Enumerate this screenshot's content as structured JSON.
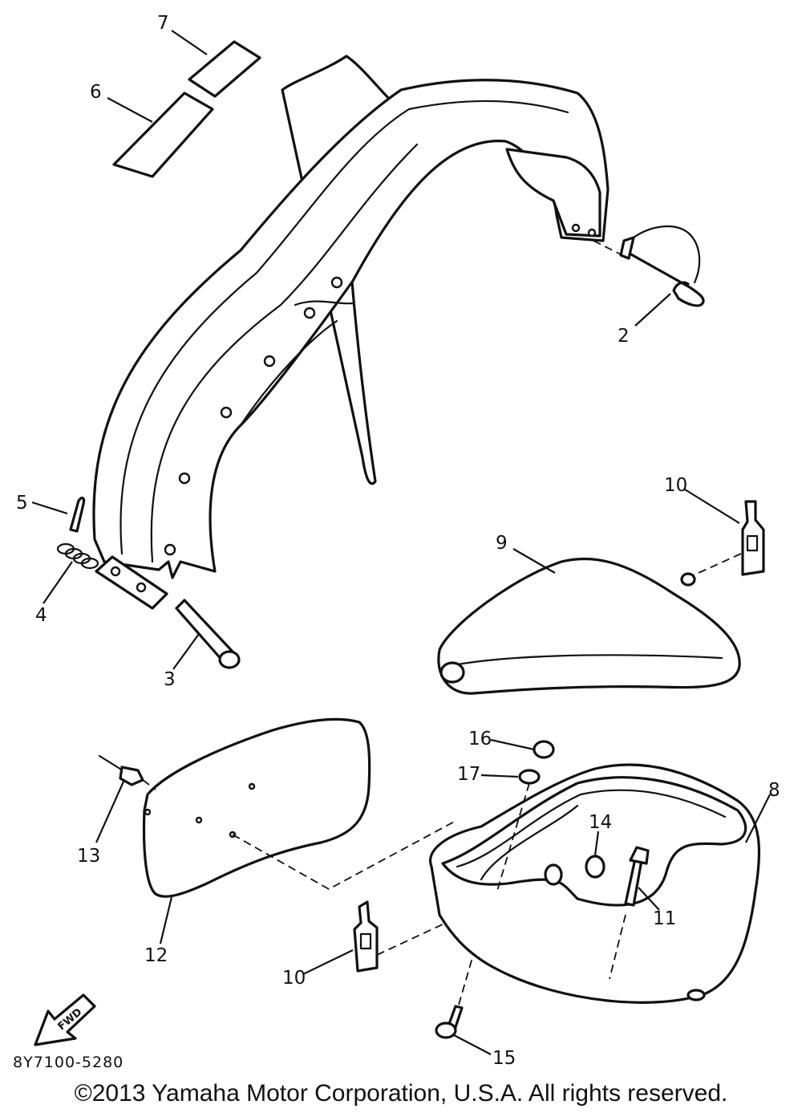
{
  "diagram": {
    "callouts": [
      "7",
      "6",
      "2",
      "5",
      "4",
      "3",
      "10",
      "9",
      "16",
      "17",
      "8",
      "14",
      "13",
      "11",
      "12",
      "10",
      "15"
    ],
    "drawing_code": "8Y7100-5280",
    "fwd_label": "FWD"
  },
  "footer": {
    "copyright": "©2013 Yamaha Motor Corporation, U.S.A. All rights reserved."
  }
}
